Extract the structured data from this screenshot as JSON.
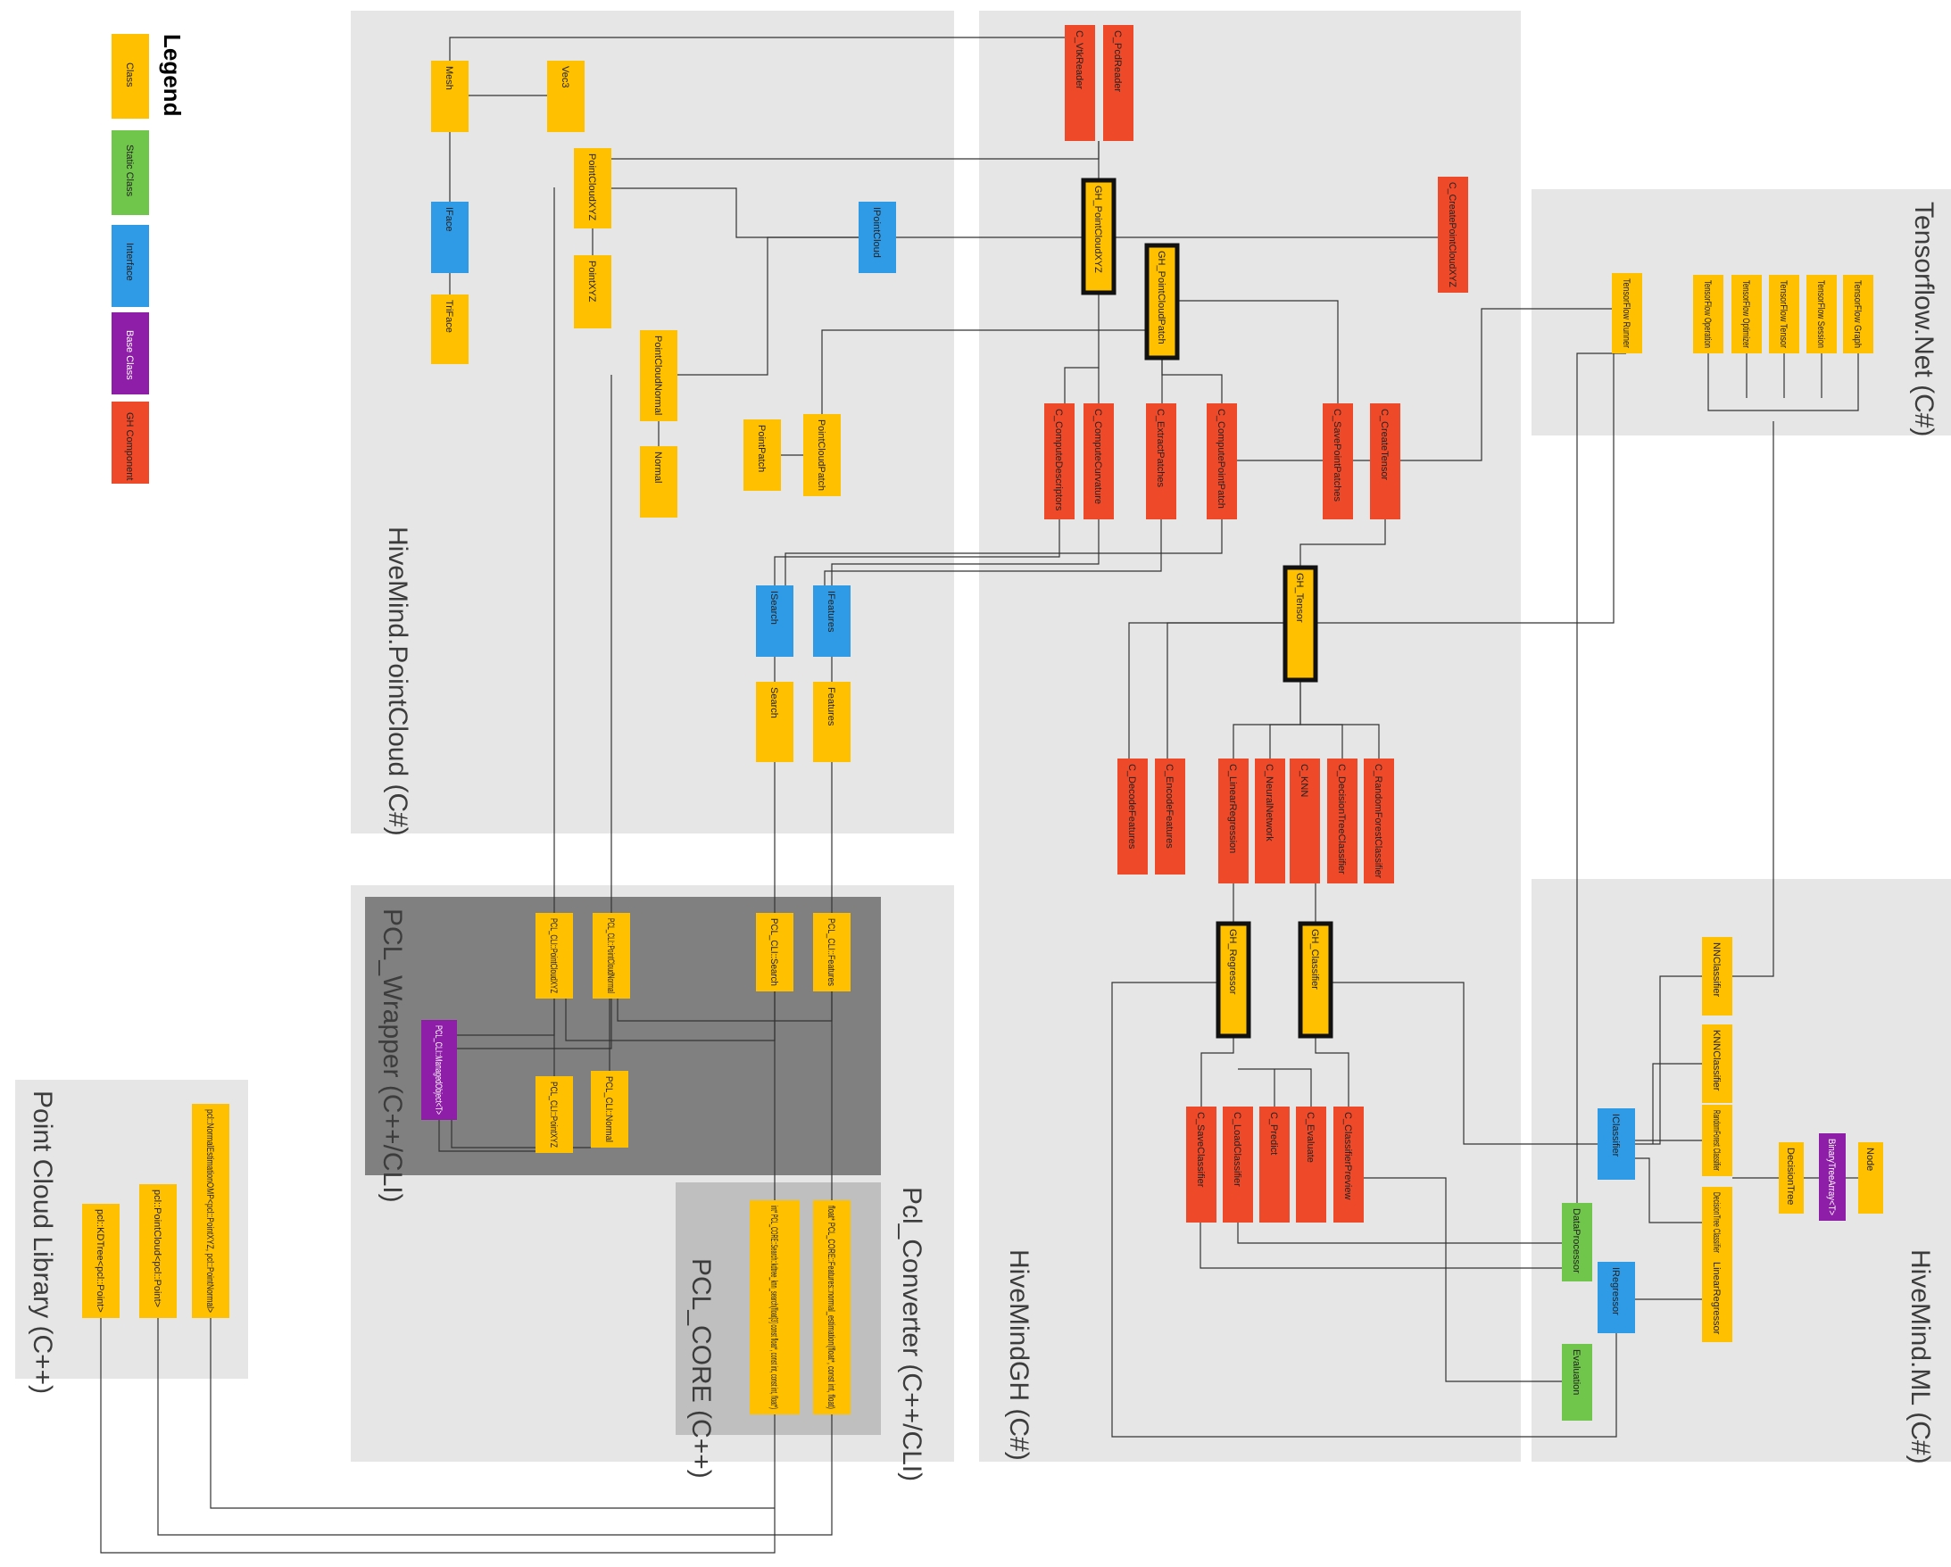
{
  "legend": {
    "title": "Legend",
    "items": [
      {
        "label": "Class",
        "color": "#ffc000"
      },
      {
        "label": "Static Class",
        "color": "#70c64b"
      },
      {
        "label": "Interface",
        "color": "#2f9be6"
      },
      {
        "label": "Base Class",
        "color": "#8e1ea8"
      },
      {
        "label": "GH Component",
        "color": "#ee4928"
      }
    ]
  },
  "groups": {
    "pointcloud": "HiveMind.PointCloud (C#)",
    "hivemindgh": "HiveMindGH (C#)",
    "tensorflow": "Tensorflow.Net (C#)",
    "ml": "HiveMind.ML (C#)",
    "pcl_wrapper": "PCL_Wrapper (C++/CLI)",
    "pcl_converter": "Pcl_Converter (C++/CLI)",
    "pcl_core": "PCL_CORE (C++)",
    "pcl_library": "Point Cloud Library (C++)"
  },
  "nodes": {
    "mesh": "Mesh",
    "vec3": "Vec3",
    "iface": "IFace",
    "triface": "TriFace",
    "pointcloudxyz": "PointCloudXYZ",
    "pointxyz": "PointXYZ",
    "ipointcloud": "IPointCloud",
    "pointcloudnormal": "PointCloudNormal",
    "normal": "Normal",
    "pointpatch": "PointPatch",
    "pointcloudpatch": "PointCloudPatch",
    "isearch": "ISearch",
    "ifeatures": "IFeatures",
    "search": "Search",
    "features": "Features",
    "c_vtkreader": "C_VtkReader",
    "c_pcdreader": "C_PcdReader",
    "gh_pointcloudxyz": "GH_PointCloudXYZ",
    "gh_pointcloudpatch": "GH_PointCloudPatch",
    "c_createpointcloudxyz": "C_CreatePointCloudXYZ",
    "c_computedescriptors": "C_ComputeDescriptors",
    "c_computecurvature": "C_ComputeCurvature",
    "c_extractpatches": "C_ExtractPatches",
    "c_computepointpatch": "C_ComputePointPatch",
    "c_savepointpatches": "C_SavePointPatches",
    "c_createtensor": "C_CreateTensor",
    "gh_tensor": "GH_Tensor",
    "c_decodefeatures": "C_DecodeFeatures",
    "c_encodefeatures": "C_EncodeFeatures",
    "c_linearregression": "C_LinearRegression",
    "c_neuralnetwork": "C_NeuralNetwork",
    "c_knn": "C_KNN",
    "c_decisiontreeclassifier": "C_DecisionTreeClassifier",
    "c_randomforestclassifier": "C_RandomForestClassifier",
    "gh_regressor": "GH_Regressor",
    "gh_classifier": "GH_Classifier",
    "c_saveclassifier": "C_SaveClassifier",
    "c_loadclassifier": "C_LoadClassifier",
    "c_predict": "C_Predict",
    "c_evaluate": "C_Evaluate",
    "c_classifierpreview": "C_ClassifierPreview",
    "tf_runner": "TensorFlow Runner",
    "tf_operation": "TensorFlow Operation",
    "tf_optimizer": "TensorFlow Optimizer",
    "tf_tensor": "TensorFlow Tensor",
    "tf_session": "TensorFlow Session",
    "tf_graph": "TensorFlow Graph",
    "nnclassifier": "NNClassifier",
    "knnclassifier": "KNNClassifier",
    "randomforestclassifier": "RandomForest Classifier",
    "decisiontreeclassifier": "DecisionTree Classifier",
    "linearregressor": "LinearRegressor",
    "iclassifier": "IClassifier",
    "iregressor": "IRegressor",
    "dataprocessor": "DataProcessor",
    "evaluation": "Evaluation",
    "decisiontree": "DecisionTree",
    "binarytreearray": "BinaryTreeArray<T>",
    "node": "Node",
    "pcl_cli_pointcloudxyz": "PCL_CLI::PointCloudXYZ",
    "pcl_cli_pointcloudnormal": "PCL_CLI::PointCloudNormal",
    "pcl_cli_search": "PCL_CLI::Search",
    "pcl_cli_features": "PCL_CLI::Features",
    "pcl_cli_managedobject": "PCL_CLI::ManagedObject<T>",
    "pcl_cli_pointxyz": "PCL_CLI::PointXYZ",
    "pcl_cli_normal": "PCL_CLI::Normal",
    "core_search": "int* PCL_CORE::Search::kdtree_knn_search(float[3] const float*, const int, const int, float*)",
    "core_features": "float* PCL_CORE::Features::normal_estimation(float*, const int, float)",
    "pcl_normalestimation": "pcl::NormalEstimationOMP<pcl::PointXYZ, pcl::PointNormal>",
    "pcl_pointcloud": "pcl::PointCloud<pcl::Point>",
    "pcl_kdtree": "pcl::KDTree<pcl::Point>"
  }
}
